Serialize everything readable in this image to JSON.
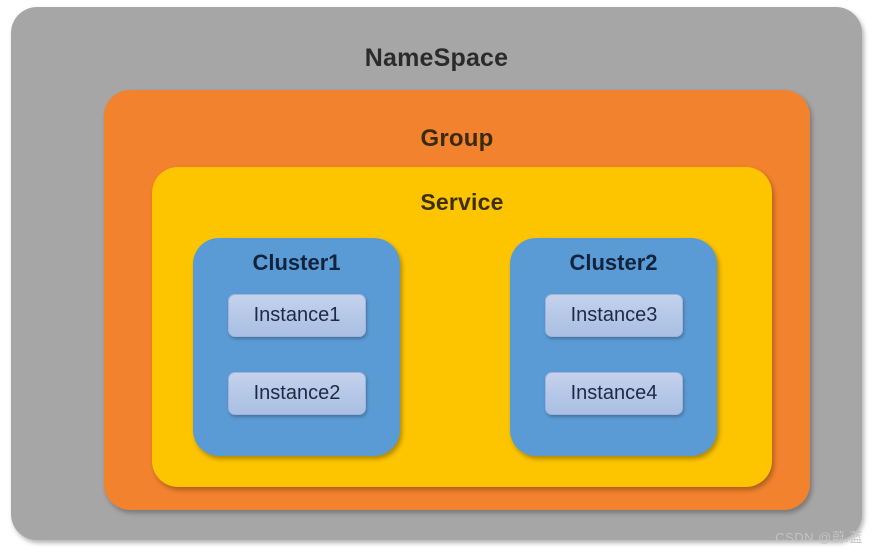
{
  "diagram": {
    "type": "nested-containment",
    "colors": {
      "namespace": "#a6a6a6",
      "group": "#f2822d",
      "service": "#fdc500",
      "cluster": "#5b9bd5",
      "instance": "#b4c7e7",
      "page_background": "#ffffff"
    },
    "namespace": {
      "label": "NameSpace",
      "group": {
        "label": "Group",
        "service": {
          "label": "Service",
          "clusters": [
            {
              "label": "Cluster1",
              "instances": [
                {
                  "label": "Instance1"
                },
                {
                  "label": "Instance2"
                }
              ]
            },
            {
              "label": "Cluster2",
              "instances": [
                {
                  "label": "Instance3"
                },
                {
                  "label": "Instance4"
                }
              ]
            }
          ]
        }
      }
    }
  },
  "watermark": {
    "text": "CSDN @蔚.蓝"
  }
}
